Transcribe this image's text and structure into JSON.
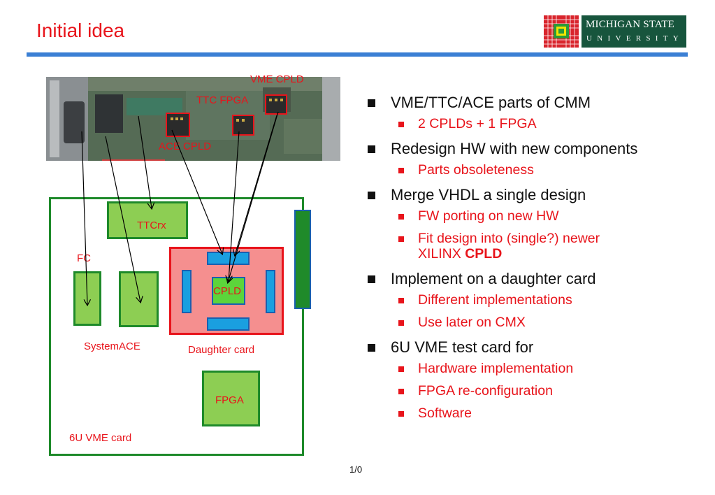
{
  "slide": {
    "title": "Initial idea",
    "page_number": "1/0"
  },
  "logo": {
    "line1": "MICHIGAN STATE",
    "line2": "UNIVERSITY",
    "colors": {
      "green": "#17553d",
      "red": "#d9252d"
    }
  },
  "photo": {
    "labels": {
      "vme_cpld": "VME CPLD",
      "ttc_fpga": "TTC FPGA",
      "ace_cpld": "ACE CPLD"
    }
  },
  "diagram": {
    "ttcrx": "TTCrx",
    "fc": "FC",
    "cpld": "CPLD",
    "systemace": "SystemACE",
    "daughter_card": "Daughter card",
    "fpga": "FPGA",
    "vme_card": "6U VME card"
  },
  "bullets": [
    {
      "text": "VME/TTC/ACE parts of CMM",
      "subs": [
        "2 CPLDs + 1 FPGA"
      ]
    },
    {
      "text": "Redesign HW with new components",
      "subs": [
        "Parts obsoleteness"
      ]
    },
    {
      "text": "Merge VHDL a single design",
      "subs": [
        "FW porting on new HW"
      ]
    },
    {
      "text": "Implement on a daughter card",
      "subs": [
        "Different implementations",
        "Use later on CMX"
      ]
    },
    {
      "text": "6U VME test card for",
      "subs": [
        "Hardware implementation",
        "FPGA re-configuration",
        "Software"
      ]
    }
  ],
  "fit_bullet": {
    "prefix": "Fit design into (single?) newer",
    "line2": "XILINX ",
    "bold": "CPLD"
  },
  "colors": {
    "accent_red": "#e8141b",
    "rule_blue": "#3b7fd4",
    "box_green": "#8dce53",
    "box_border": "#1e8a2a"
  }
}
